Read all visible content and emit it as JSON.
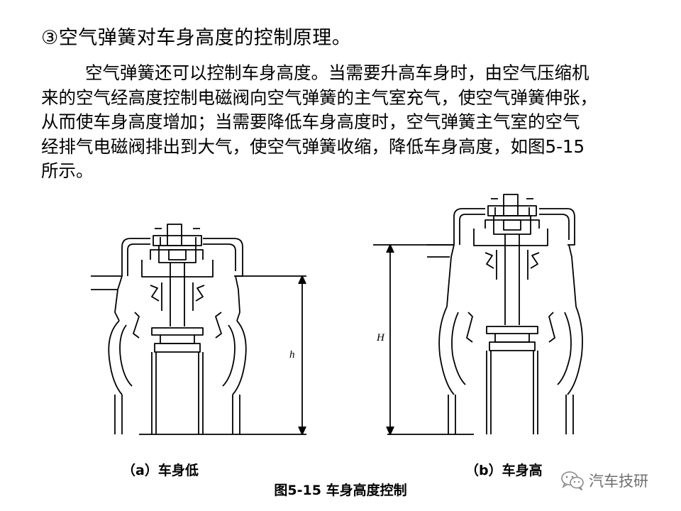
{
  "heading": "③空气弹簧对车身高度的控制原理。",
  "paragraph": [
    "空气弹簧还可以控制车身高度。当需要升高车身时，由空气压缩机",
    "来的空气经高度控制电磁阀向空气弹簧的主气室充气，使空气弹簧伸张，",
    "从而使车身高度增加；当需要降低车身高度时，空气弹簧主气室的空气",
    "经排气电磁阀排出到大气，使空气弹簧收缩，降低车身高度，如图5-15",
    "所示。"
  ],
  "figure": {
    "dimension_low": "h",
    "dimension_high": "H",
    "caption_a": "（a）车身低",
    "caption_b": "（b）车身高",
    "caption": "图5-15  车身高度控制"
  },
  "watermark": {
    "icon": "wechat-icon",
    "text": "汽车技研"
  }
}
